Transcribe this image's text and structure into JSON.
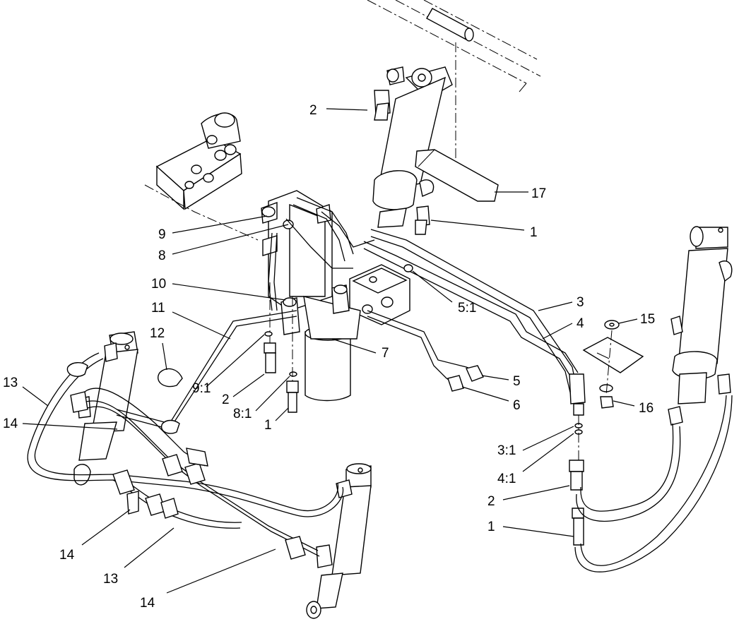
{
  "callouts": [
    {
      "id": "c-2-top",
      "label": "2"
    },
    {
      "id": "c-17",
      "label": "17"
    },
    {
      "id": "c-1-top",
      "label": "1"
    },
    {
      "id": "c-9",
      "label": "9"
    },
    {
      "id": "c-8",
      "label": "8"
    },
    {
      "id": "c-10",
      "label": "10"
    },
    {
      "id": "c-11",
      "label": "11"
    },
    {
      "id": "c-12",
      "label": "12"
    },
    {
      "id": "c-13-left",
      "label": "13"
    },
    {
      "id": "c-14-left",
      "label": "14"
    },
    {
      "id": "c-9-1",
      "label": "9:1"
    },
    {
      "id": "c-2-mid",
      "label": "2"
    },
    {
      "id": "c-8-1",
      "label": "8:1"
    },
    {
      "id": "c-1-mid",
      "label": "1"
    },
    {
      "id": "c-7",
      "label": "7"
    },
    {
      "id": "c-5-1",
      "label": "5:1"
    },
    {
      "id": "c-3",
      "label": "3"
    },
    {
      "id": "c-4",
      "label": "4"
    },
    {
      "id": "c-15",
      "label": "15"
    },
    {
      "id": "c-5",
      "label": "5"
    },
    {
      "id": "c-6",
      "label": "6"
    },
    {
      "id": "c-16",
      "label": "16"
    },
    {
      "id": "c-3-1",
      "label": "3:1"
    },
    {
      "id": "c-4-1",
      "label": "4:1"
    },
    {
      "id": "c-2-right",
      "label": "2"
    },
    {
      "id": "c-1-right",
      "label": "1"
    },
    {
      "id": "c-14-bl",
      "label": "14"
    },
    {
      "id": "c-13-bottom",
      "label": "13"
    },
    {
      "id": "c-14-bottom",
      "label": "14"
    }
  ]
}
